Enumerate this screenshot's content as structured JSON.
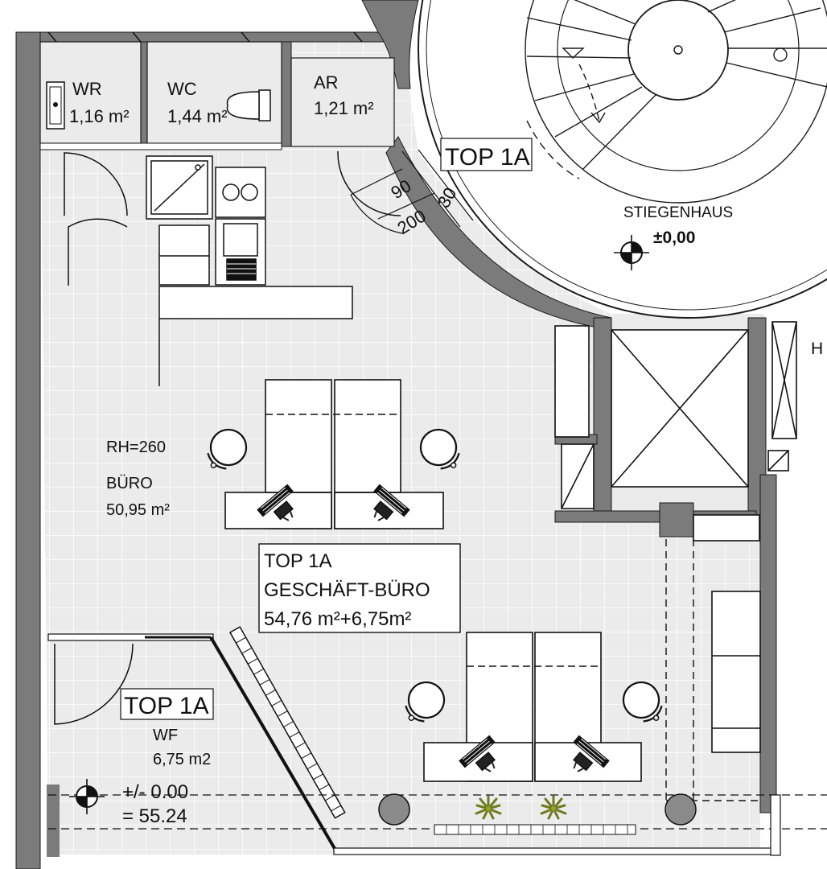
{
  "rooms": {
    "wr": {
      "name": "WR",
      "area": "1,16 m²"
    },
    "wc": {
      "name": "WC",
      "area": "1,44 m²"
    },
    "ar": {
      "name": "AR",
      "area": "1,21 m²"
    },
    "office": {
      "height": "RH=260",
      "name": "BÜRO",
      "area": "50,95 m²"
    },
    "wf": {
      "unit": "TOP 1A",
      "name": "WF",
      "area": "6,75 m2"
    }
  },
  "unit_box": {
    "line1": "TOP 1A",
    "line2": "GESCHÄFT-BÜRO",
    "line3": "54,76 m²+6,75m²"
  },
  "entrance": {
    "tag": "TOP 1A",
    "dim_top": "90",
    "dim_mid": "200",
    "dim_side": "30"
  },
  "stairwell": {
    "name": "STIEGENHAUS",
    "level": "±0,00"
  },
  "level_marker": {
    "line1": "+/- 0.00",
    "line2": "= 55.24"
  },
  "cut_label": "H",
  "colors": {
    "floor": "#ebebeb",
    "grid": "#ffffff",
    "wall": "#7b7b7b",
    "line": "#1a1a1a",
    "furniture": "#ffffff"
  },
  "icons": [
    "chair-icon",
    "computer-icon",
    "plant-icon",
    "level-marker-icon",
    "toilet-icon",
    "sink-icon",
    "shower-icon",
    "stove-icon"
  ]
}
